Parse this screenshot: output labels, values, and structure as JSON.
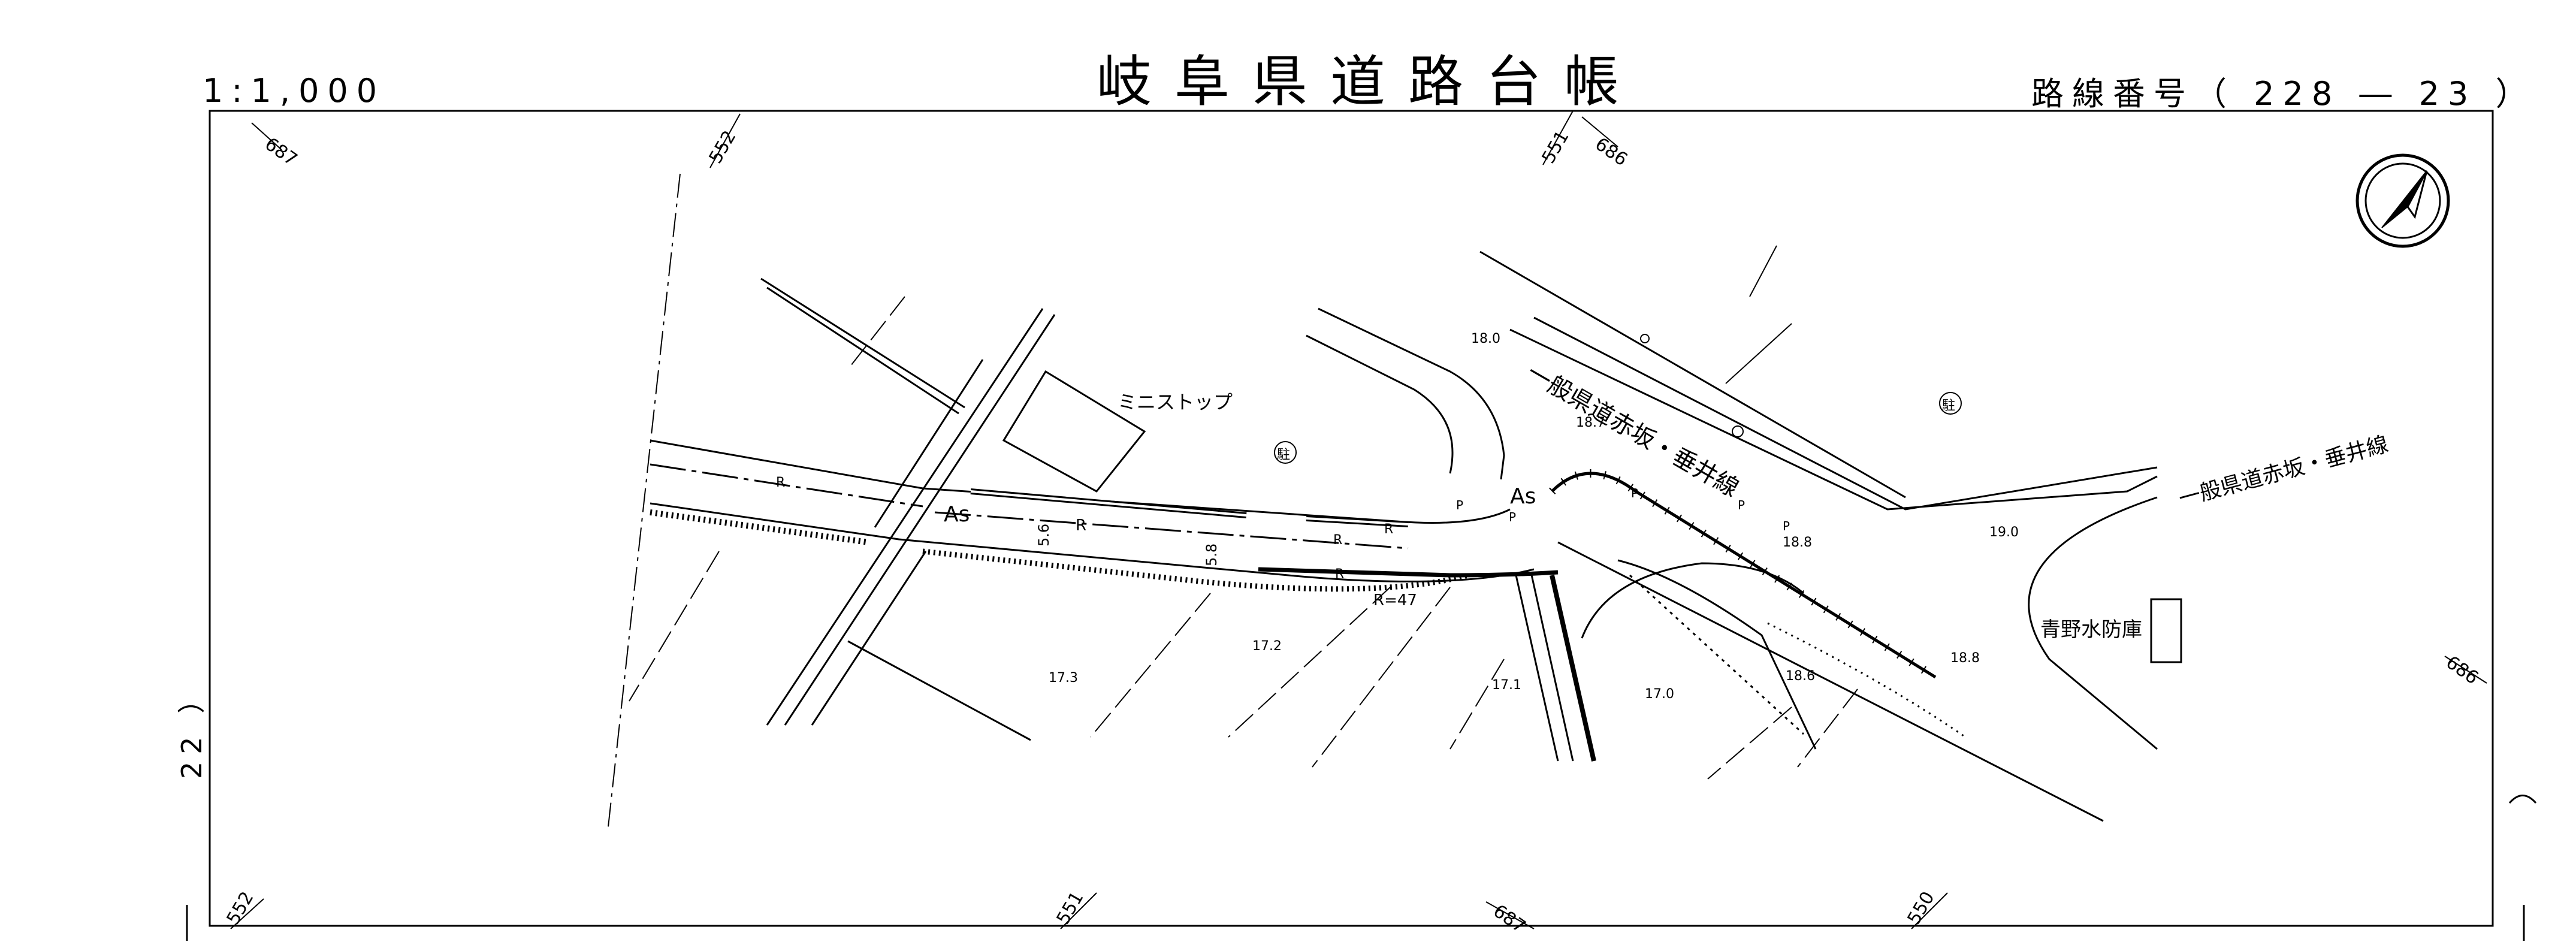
{
  "header": {
    "title": "岐阜県道路台帳",
    "scale": "1:1,000",
    "route_number": "路線番号（ 228 ― 23 ）",
    "sheet_number": "22 ）"
  },
  "grid_labels": {
    "top_left": "687",
    "top_552": "552",
    "top_551": "551",
    "top_686": "686",
    "right_686": "686",
    "bottom_552": "552",
    "bottom_551": "551",
    "bottom_687": "687",
    "bottom_550": "550"
  },
  "places": {
    "ministop": "ミニストップ",
    "road_name_1": "一般県道赤坂・垂井線",
    "road_name_2": "一般県道赤坂・垂井線",
    "warehouse": "青野水防庫",
    "parking_1": "駐",
    "parking_2": "駐"
  },
  "labels": {
    "as_1": "As",
    "as_2": "As",
    "r1": "R",
    "r2": "R",
    "r3": "R",
    "r4": "R",
    "r5": "R",
    "curve_radius": "R=47",
    "p1": "P",
    "p2": "P",
    "p3": "P",
    "p4": "P",
    "p5": "P",
    "dim_56": "5.6",
    "dim_58": "5.8"
  },
  "elevations": {
    "e180": "18.0",
    "e187": "18.7",
    "e188a": "18.8",
    "e190": "19.0",
    "e188b": "18.8",
    "e172": "17.2",
    "e173": "17.3",
    "e171": "17.1",
    "e170": "17.0",
    "e186": "18.6"
  },
  "colors": {
    "ink": "#000000",
    "paper": "#ffffff"
  },
  "icons": {
    "north_arrow": "north-arrow-icon"
  }
}
